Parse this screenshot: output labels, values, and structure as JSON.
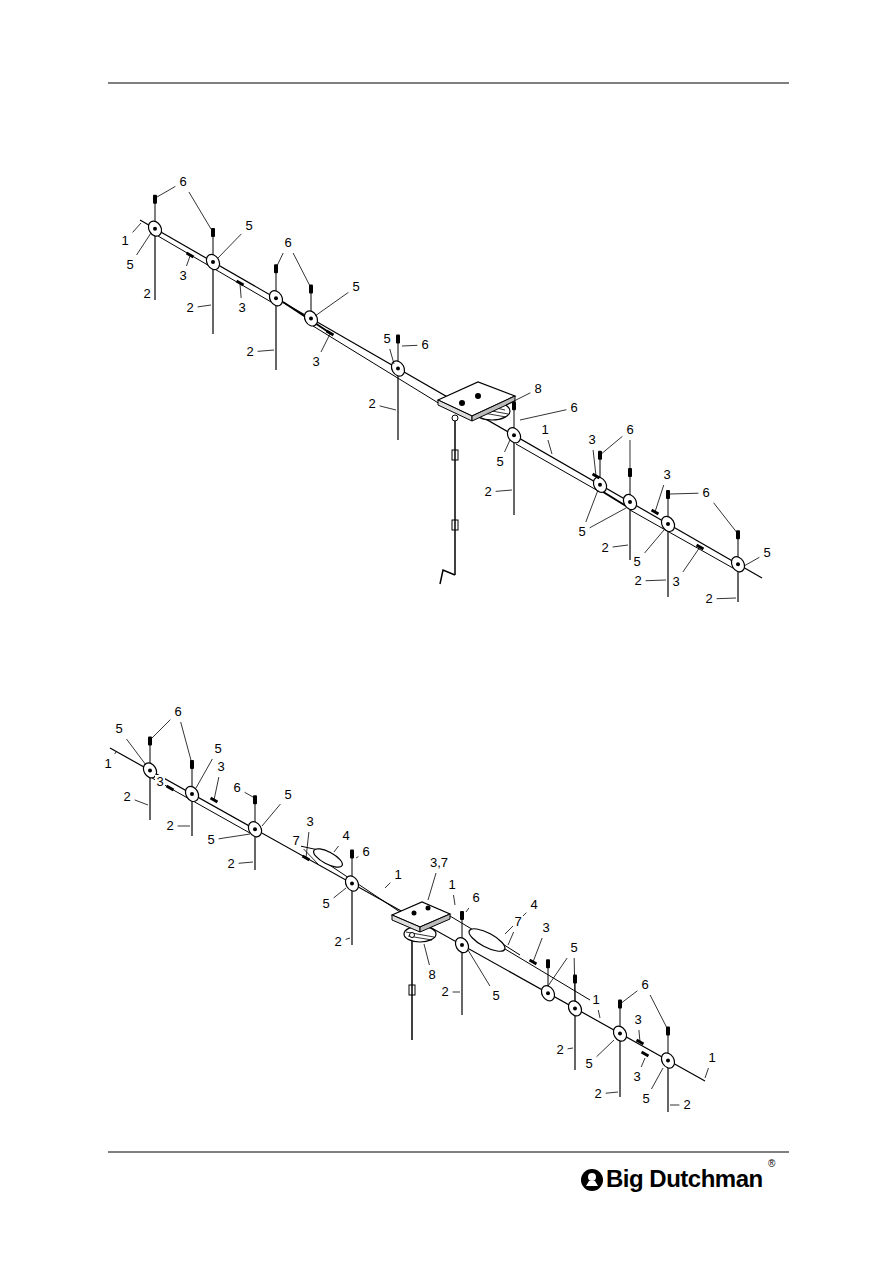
{
  "diagram": {
    "labels": [
      "6",
      "1",
      "5",
      "5",
      "3",
      "3",
      "2",
      "2",
      "6",
      "5",
      "2",
      "3",
      "5",
      "6",
      "2",
      "8",
      "6",
      "1",
      "5",
      "2",
      "3",
      "6",
      "3",
      "5",
      "2",
      "6",
      "5",
      "2",
      "3",
      "5",
      "2",
      "6",
      "5",
      "5",
      "1",
      "3",
      "6",
      "5",
      "2",
      "3",
      "2",
      "5",
      "3",
      "7",
      "4",
      "2",
      "6",
      "1",
      "3,7",
      "1",
      "6",
      "5",
      "2",
      "8",
      "4",
      "7",
      "3",
      "5",
      "2",
      "5",
      "1",
      "3",
      "2",
      "6",
      "1",
      "5",
      "2",
      "3",
      "5",
      "2",
      "Big Dutchman",
      "®"
    ]
  }
}
